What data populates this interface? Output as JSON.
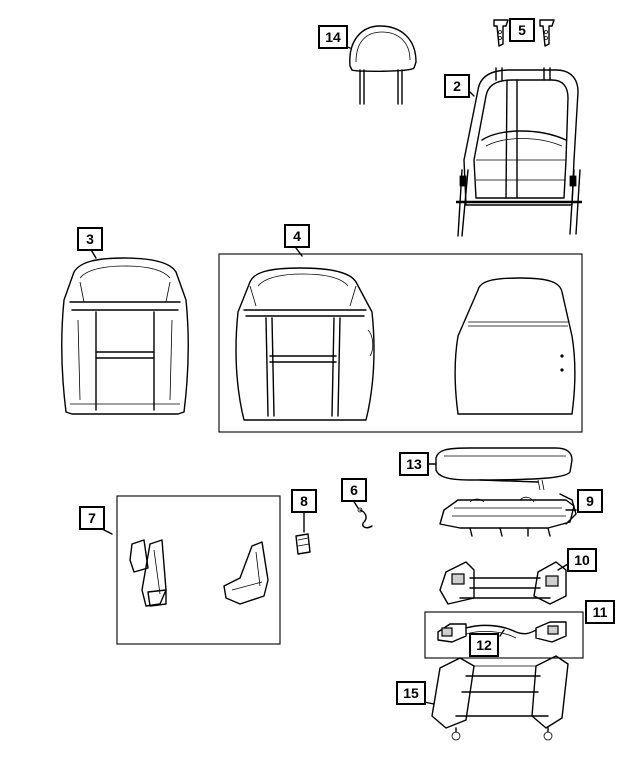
{
  "callouts": [
    {
      "id": "c2",
      "label": "2"
    },
    {
      "id": "c3",
      "label": "3"
    },
    {
      "id": "c4",
      "label": "4"
    },
    {
      "id": "c5",
      "label": "5"
    },
    {
      "id": "c6",
      "label": "6"
    },
    {
      "id": "c7",
      "label": "7"
    },
    {
      "id": "c8",
      "label": "8"
    },
    {
      "id": "c9",
      "label": "9"
    },
    {
      "id": "c10",
      "label": "10"
    },
    {
      "id": "c11",
      "label": "11"
    },
    {
      "id": "c12",
      "label": "12"
    },
    {
      "id": "c13",
      "label": "13"
    },
    {
      "id": "c14",
      "label": "14"
    },
    {
      "id": "c15",
      "label": "15"
    }
  ]
}
